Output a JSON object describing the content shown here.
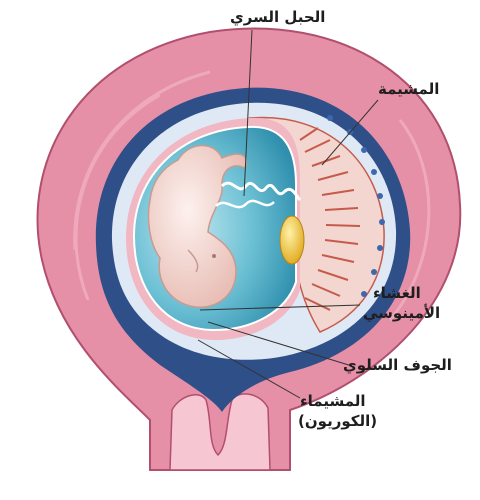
{
  "labels": {
    "umbilical_cord": "الحبل السري",
    "placenta": "المشيمة",
    "amnion_line1": "الغشاء",
    "amnion_line2": "الأمينوسي",
    "coelom": "الجوف السلوي",
    "chorion_line1": "المشيماء",
    "chorion_line2": "(الكوريون)"
  },
  "colors": {
    "uterine_wall": "#e690a8",
    "uterine_outline": "#b14f6f",
    "decidua_blue": "#2f4f88",
    "chorion_pale": "#dfe9f5",
    "placenta_villi": "#d06a5a",
    "amniotic_fluid": "#5fb8cd",
    "yolk_sac": "#f1c232",
    "embryo_skin": "#f5dcd6"
  }
}
